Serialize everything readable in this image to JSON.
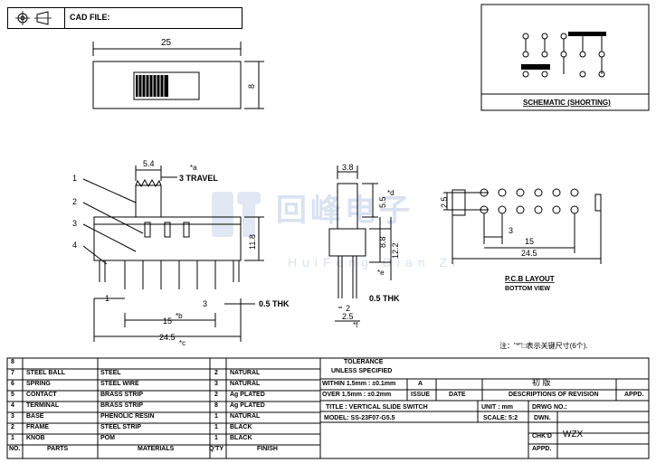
{
  "header": {
    "cad_file_label": "CAD FILE:"
  },
  "schematic": {
    "label": "SCHEMATIC (SHORTING)"
  },
  "top_view": {
    "width_dim": "25",
    "height_dim": "8"
  },
  "front_view": {
    "d_5_4": "5.4",
    "travel": "3 TRAVEL",
    "star_a": "*a",
    "callouts": [
      "1",
      "2",
      "3",
      "4"
    ],
    "d_1": "1",
    "d_11_8": "11.8",
    "d_3": "3",
    "d_0_5_thk": "0.5 THK",
    "d_15": "15",
    "star_b": "*b",
    "d_24_5": "24.5",
    "star_c": "*c"
  },
  "side_view": {
    "d_3_8": "3.8",
    "d_5_5": "5.5",
    "star_d": "*d",
    "d_8_8": "8.8",
    "d_12_2": "12.2",
    "star_e": "*e",
    "d_0_5_thk": "0.5 THK",
    "d_2": "2",
    "d_2_5": "2.5",
    "star_f": "*f"
  },
  "pcb": {
    "d_2_5": "2.5",
    "d_3": "3",
    "d_15": "15",
    "d_24_5": "24.5",
    "title": "P.C.B LAYOUT",
    "subtitle": "BOTTOM VIEW"
  },
  "note": "注：\"*\"□表示关键尺寸(6个).",
  "watermark": {
    "cn": "回峰电子",
    "en": "HuiFeng Dian Zi"
  },
  "bom": {
    "rows": [
      {
        "no": "8",
        "part": "",
        "material": "",
        "qty": "",
        "finish": ""
      },
      {
        "no": "7",
        "part": "STEEL BALL",
        "material": "STEEL",
        "qty": "2",
        "finish": "NATURAL"
      },
      {
        "no": "6",
        "part": "SPRING",
        "material": "STEEL WIRE",
        "qty": "3",
        "finish": "NATURAL"
      },
      {
        "no": "5",
        "part": "CONTACT",
        "material": "BRASS STRIP",
        "qty": "2",
        "finish": "Ag PLATED"
      },
      {
        "no": "4",
        "part": "TERMINAL",
        "material": "BRASS STRIP",
        "qty": "8",
        "finish": "Ag PLATED"
      },
      {
        "no": "3",
        "part": "BASE",
        "material": "PHENOLIC RESIN",
        "qty": "1",
        "finish": "NATURAL"
      },
      {
        "no": "2",
        "part": "FRAME",
        "material": "STEEL STRIP",
        "qty": "1",
        "finish": "BLACK"
      },
      {
        "no": "1",
        "part": "KNOB",
        "material": "POM",
        "qty": "1",
        "finish": "BLACK"
      }
    ],
    "headers": {
      "no": "NO.",
      "part": "PARTS",
      "material": "MATERIALS",
      "qty": "Q'TY",
      "finish": "FINISH"
    }
  },
  "title_block": {
    "tolerance": "TOLERANCE",
    "unless": "UNLESS SPECIFIED",
    "within": "WITHIN 1.5mm : ±0.1mm",
    "over": "OVER 1.5mm : ±0.2mm",
    "rev_a": "A",
    "first_edition": "初    版",
    "issue": "ISSUE",
    "date": "DATE",
    "desc_rev": "DESCRIPTIONS OF REVISION",
    "appd": "APPD.",
    "title_label": "TITLE : VERTICAL SLIDE SWITCH",
    "unit": "UNIT : mm",
    "drwg": "DRWG NO.:",
    "model": "MODEL: SS-23F07-G5.5",
    "scale": "SCALE: 5:2",
    "dwn": "DWN.",
    "chkd": "CHK'D",
    "appd2": "APPD.",
    "drafter": "WZX"
  }
}
